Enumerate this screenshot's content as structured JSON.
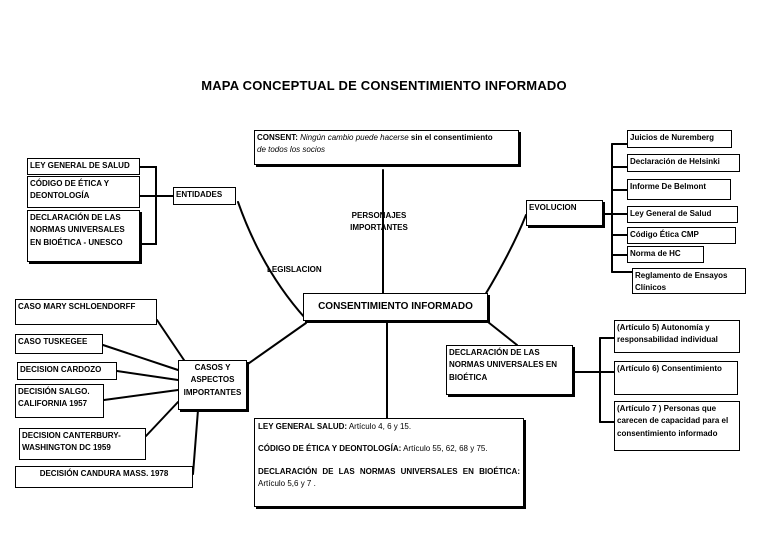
{
  "title": "MAPA CONCEPTUAL DE CONSENTIMIENTO INFORMADO",
  "central": "CONSENTIMIENTO INFORMADO",
  "consent": {
    "label": "CONSENT:",
    "quote": "Ningún cambio puede hacerse",
    "rest": "sin el consentimiento",
    "tail": "de todos los socios"
  },
  "personajes": "PERSONAJES IMPORTANTES",
  "legislacion": "LEGISLACION",
  "entidades": {
    "label": "ENTIDADES",
    "items": [
      "LEY GENERAL DE SALUD",
      "CÓDIGO DE ÉTICA Y DEONTOLOGÍA",
      "DECLARACIÓN DE LAS NORMAS UNIVERSALES EN BIOÉTICA - UNESCO"
    ]
  },
  "evolucion": {
    "label": "EVOLUCION",
    "items": [
      "Juicios de Nuremberg",
      "Declaración de Helsinki",
      "Informe De Belmont",
      "Ley General de Salud",
      "Código Ética CMP",
      "Norma de HC",
      "Reglamento de Ensayos Clínicos"
    ]
  },
  "casos": {
    "label": "CASOS Y ASPECTOS IMPORTANTES",
    "items": [
      "CASO MARY SCHLOENDORFF",
      "CASO TUSKEGEE",
      "DECISION CARDOZO",
      "DECISIÓN SALGO. CALIFORNIA 1957",
      "DECISION CANTERBURY-WASHINGTON DC 1959",
      "DECISIÓN CANDURA MASS. 1978"
    ]
  },
  "declaracion": {
    "label": "DECLARACIÓN DE LAS NORMAS UNIVERSALES EN BIOÉTICA",
    "items": [
      "(Artículo 5) Autonomía y responsabilidad individual",
      "(Artículo 6) Consentimiento",
      "(Artículo 7 ) Personas que carecen de capacidad para el consentimiento informado"
    ]
  },
  "leyes": {
    "l1_b": "LEY GENERAL SALUD:",
    "l1": "Artículo 4, 6 y 15.",
    "l2_b": "CÓDIGO DE ÉTICA Y DEONTOLOGÍA:",
    "l2": "Artículo 55, 62, 68 y 75.",
    "l3_b": "DECLARACIÓN DE LAS NORMAS UNIVERSALES EN BIOÉTICA:",
    "l3": "Artículo 5,6 y 7 ."
  }
}
